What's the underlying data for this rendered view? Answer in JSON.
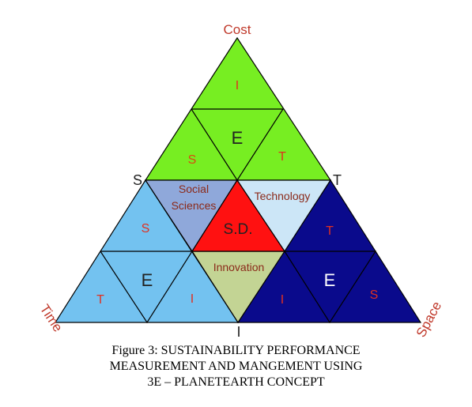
{
  "colors": {
    "top_green": "#77ee22",
    "left_blue": "#73c2f0",
    "right_navy": "#0a0a8c",
    "center_red": "#ff1111",
    "social_purple": "#8fa8da",
    "technology_pale": "#cce6f7",
    "innovation_olive": "#c3d494",
    "label_red": "#c0392b",
    "letter_red": "#e03020",
    "letter_orange": "#d94a10"
  },
  "vertices": {
    "cost": "Cost",
    "time": "Time",
    "space": "Space",
    "left_s": "S",
    "right_t": "T",
    "bottom_i": "I"
  },
  "top_triangle": {
    "top": "I",
    "center": "E",
    "left": "S",
    "right": "T"
  },
  "left_triangle": {
    "top": "S",
    "center": "E",
    "left": "T",
    "right": "I"
  },
  "right_triangle": {
    "top": "T",
    "center": "E",
    "left": "I",
    "right": "S"
  },
  "middle": {
    "social_line1": "Social",
    "social_line2": "Sciences",
    "technology": "Technology",
    "innovation": "Innovation",
    "center": "S.D."
  },
  "caption": {
    "line1": "Figure 3:  SUSTAINABILITY PERFORMANCE",
    "line2": "MEASUREMENT AND MANGEMENT USING",
    "line3": "3E – PLANETEARTH CONCEPT"
  }
}
